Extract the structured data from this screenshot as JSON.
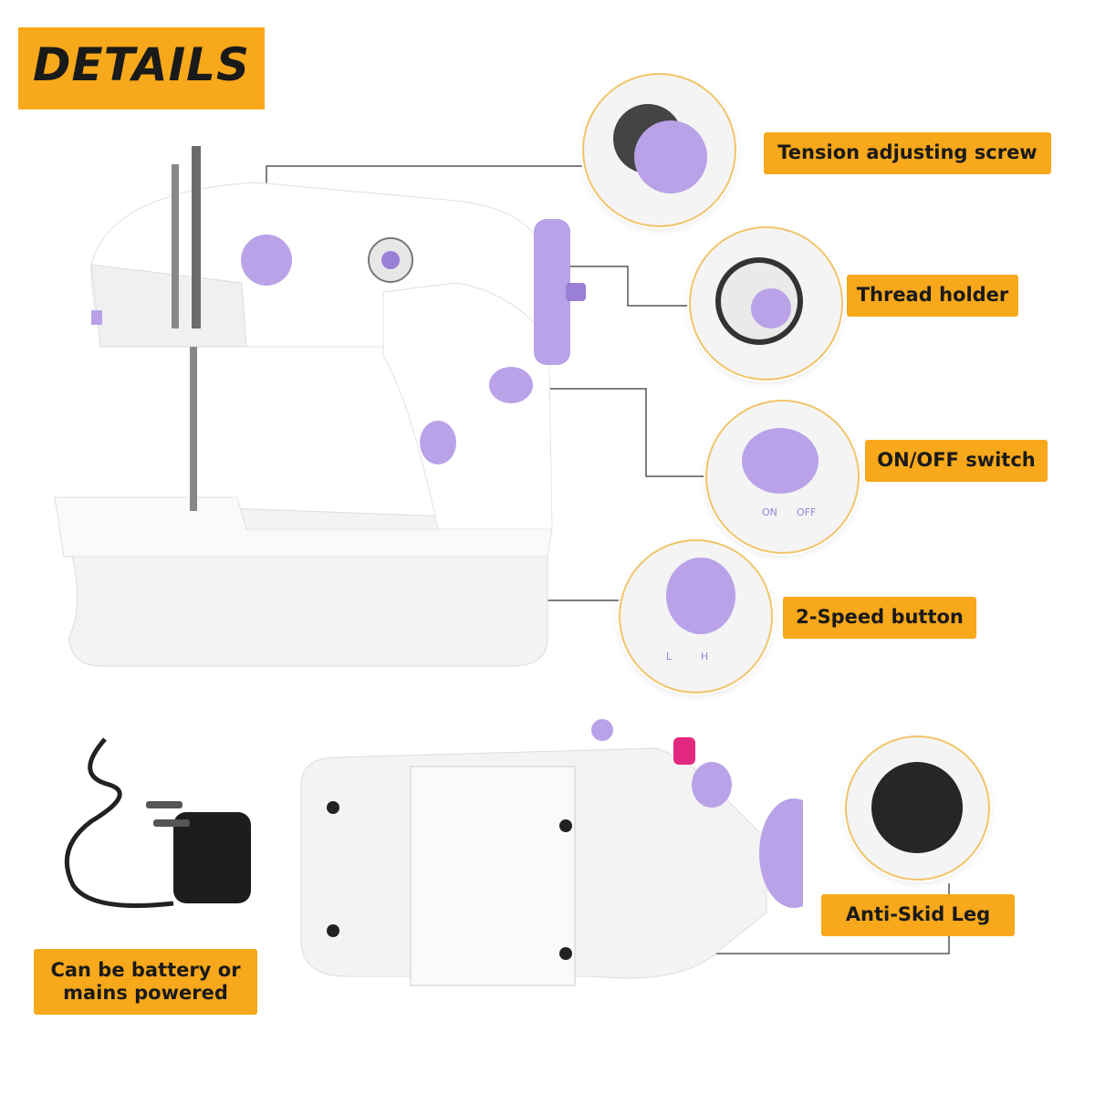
{
  "title": "DETAILS",
  "labels": {
    "tension": "Tension adjusting screw",
    "thread": "Thread holder",
    "onoff": "ON/OFF switch",
    "speed": "2-Speed button",
    "antiskid": "Anti-Skid Leg",
    "power_line1": "Can be battery or",
    "power_line2": "mains powered"
  },
  "switch_marks": {
    "on": "ON",
    "off": "OFF"
  },
  "speed_marks": {
    "low": "L",
    "high": "H"
  },
  "colors": {
    "accent": "#f7a81b",
    "lilac": "#b9a2e8",
    "lilac_dark": "#9a7fd6",
    "body": "#ffffff",
    "pink": "#e2297f"
  }
}
